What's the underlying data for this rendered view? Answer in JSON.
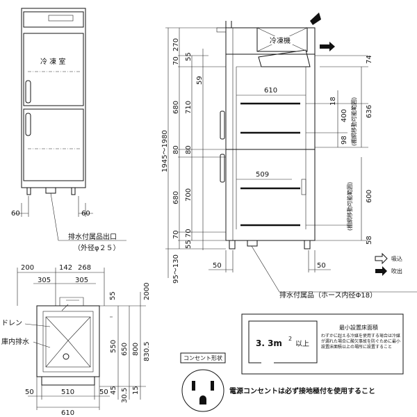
{
  "labels": {
    "freezer_room": "冷 凍 室",
    "freezer_unit": "冷凍機",
    "exhaust": "吸込",
    "blow": "吹出",
    "drain_outlet": "排水付属品出口",
    "drain_outer_dia": "（外径φ２５）",
    "drain_hose": "排水付属品（ホース内径Φ18）",
    "drain": "ドレン",
    "inner_drain": "庫内排水",
    "outlet_shape": "コンセント形状",
    "min_area_title": "最小設置床面積",
    "min_area_note": "わずかに超える冷媒を使用する場合は冷媒が漏れた場合に酸欠事故を防ぐために最小設置床面積以上の場所に設置すること",
    "min_area_value": "3. 3m",
    "min_area_sup": "2",
    "min_area_suffix": "以上",
    "shelf_range_1": "(棚網移動可能範囲)",
    "shelf_range_2": "(棚網移動可能範囲)",
    "outlet_note": "電源コンセントは必ず接地極付を使用すること"
  },
  "dims": {
    "front_left": "60",
    "front_right": "60",
    "top_200": "200",
    "top_142": "142",
    "top_268": "268",
    "top_305a": "305",
    "top_305b": "305",
    "plan_2000": "2000",
    "plan_55": "55",
    "plan_550": "550",
    "plan_650": "650",
    "plan_800": "800",
    "plan_8305": "830.5",
    "plan_45": "45",
    "plan_305": "30.5",
    "plan_15": "15",
    "plan_50l": "50",
    "plan_50r": "50",
    "plan_510": "510",
    "plan_610": "610",
    "side_270": "270",
    "side_70a": "70",
    "side_680a": "680",
    "side_80": "80",
    "side_680b": "680",
    "side_70b": "70",
    "side_95": "95〜130",
    "side_total": "1945〜1980",
    "side_55a": "55",
    "side_59": "59",
    "side_710": "710",
    "side_80b": "80",
    "side_700": "700",
    "side_70c": "70",
    "side_55b": "55",
    "side_610": "610",
    "side_509": "509",
    "side_18": "18",
    "side_400": "400",
    "side_98": "98",
    "side_636": "636",
    "side_74": "74",
    "side_600": "600",
    "side_58": "58",
    "side_50l": "50",
    "side_50r": "50"
  }
}
